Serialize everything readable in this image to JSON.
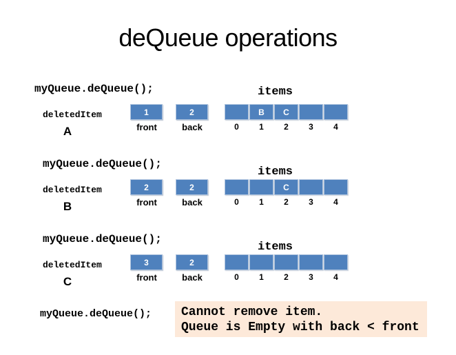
{
  "title": "deQueue operations",
  "colors": {
    "cell_blue": "#4F81BD",
    "cell_border": "#AEC3DE",
    "note_bg": "#FDE9D9",
    "text": "#000000",
    "cell_text": "#FFFFFF"
  },
  "sections": [
    {
      "letter": "A",
      "code": "myQueue.deQueue();",
      "deleted_item_label": "deletedItem",
      "front_label": "front",
      "front_value": "1",
      "back_label": "back",
      "back_value": "2",
      "items_label": "items",
      "cells": [
        "",
        "B",
        "C",
        "",
        ""
      ],
      "indices": [
        "0",
        "1",
        "2",
        "3",
        "4"
      ]
    },
    {
      "letter": "B",
      "code": "myQueue.deQueue();",
      "deleted_item_label": "deletedItem",
      "front_label": "front",
      "front_value": "2",
      "back_label": "back",
      "back_value": "2",
      "items_label": "items",
      "cells": [
        "",
        "",
        "C",
        "",
        ""
      ],
      "indices": [
        "0",
        "1",
        "2",
        "3",
        "4"
      ]
    },
    {
      "letter": "C",
      "code": "myQueue.deQueue();",
      "deleted_item_label": "deletedItem",
      "front_label": "front",
      "front_value": "3",
      "back_label": "back",
      "back_value": "2",
      "items_label": "items",
      "cells": [
        "",
        "",
        "",
        "",
        ""
      ],
      "indices": [
        "0",
        "1",
        "2",
        "3",
        "4"
      ]
    }
  ],
  "footer": {
    "code": "myQueue.deQueue();",
    "note_lines": [
      "Cannot remove item.",
      "Queue is Empty with back < front"
    ]
  }
}
